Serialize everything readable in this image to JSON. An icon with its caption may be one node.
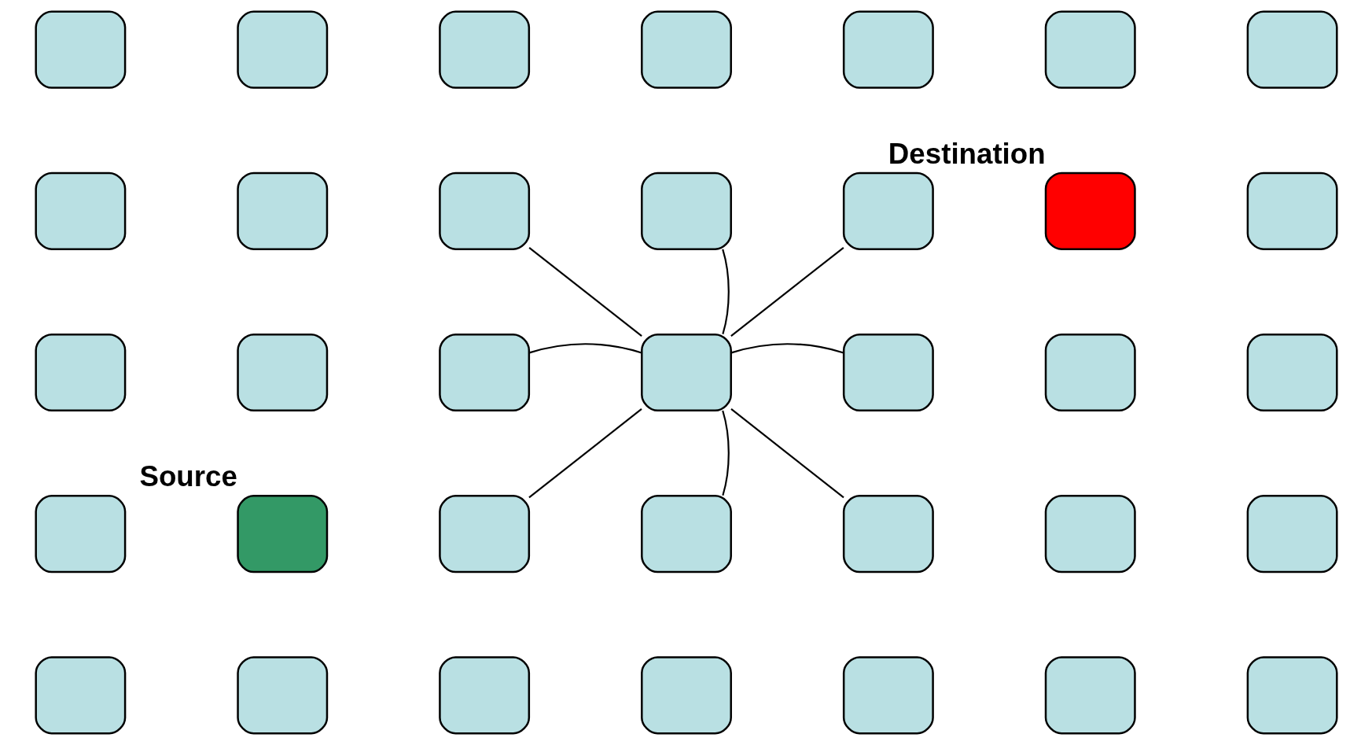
{
  "diagram": {
    "nodes": [
      {
        "text": [],
        "shape": "box"
      },
      {
        "text": [],
        "shape": "box"
      },
      {
        "text": [],
        "shape": "box"
      },
      {
        "text": [],
        "shape": "box"
      },
      {
        "text": [],
        "shape": "box"
      },
      {
        "text": [],
        "shape": "box"
      },
      {
        "text": [],
        "shape": "box"
      },
      {
        "text": [],
        "shape": "box"
      },
      {
        "text": [],
        "shape": "box"
      },
      {
        "text": [],
        "shape": "box"
      },
      {
        "text": [],
        "shape": "box"
      },
      {
        "text": [],
        "shape": "box"
      },
      {
        "text": [
          "Destination"
        ]
      },
      {
        "text": [],
        "shape": "box"
      },
      {
        "text": [],
        "shape": "box"
      },
      {
        "text": [],
        "shape": "box"
      },
      {
        "text": [],
        "shape": "box"
      },
      {
        "text": [],
        "shape": "box"
      },
      {
        "text": [],
        "shape": "box"
      },
      {
        "text": [],
        "shape": "box"
      },
      {
        "text": [],
        "shape": "box"
      },
      {
        "text": [],
        "shape": "box"
      },
      {
        "text": [
          "Source"
        ]
      },
      {
        "text": [],
        "shape": "box"
      },
      {
        "text": [],
        "shape": "box"
      },
      {
        "text": [],
        "shape": "box"
      },
      {
        "text": [],
        "shape": "box"
      },
      {
        "text": [],
        "shape": "box"
      },
      {
        "text": [],
        "shape": "box"
      },
      {
        "text": [],
        "shape": "box"
      },
      {
        "text": [],
        "shape": "box"
      },
      {
        "text": [],
        "shape": "box"
      },
      {
        "text": [],
        "shape": "box"
      },
      {
        "text": [],
        "shape": "box"
      },
      {
        "text": [],
        "shape": "box"
      }
    ],
    "edges": [
      {
        "from": 9,
        "to": 17,
        "arrow": "none"
      },
      {
        "from": 10,
        "to": 17,
        "arrow": "none"
      },
      {
        "from": 17,
        "to": 11,
        "arrow": "none"
      },
      {
        "from": 16,
        "to": 17,
        "arrow": "none"
      },
      {
        "from": 17,
        "to": 18,
        "arrow": "none"
      },
      {
        "from": 23,
        "to": 17,
        "arrow": "none"
      },
      {
        "from": 17,
        "to": 24,
        "arrow": "none"
      },
      {
        "from": 17,
        "to": 25,
        "arrow": "none"
      }
    ]
  }
}
